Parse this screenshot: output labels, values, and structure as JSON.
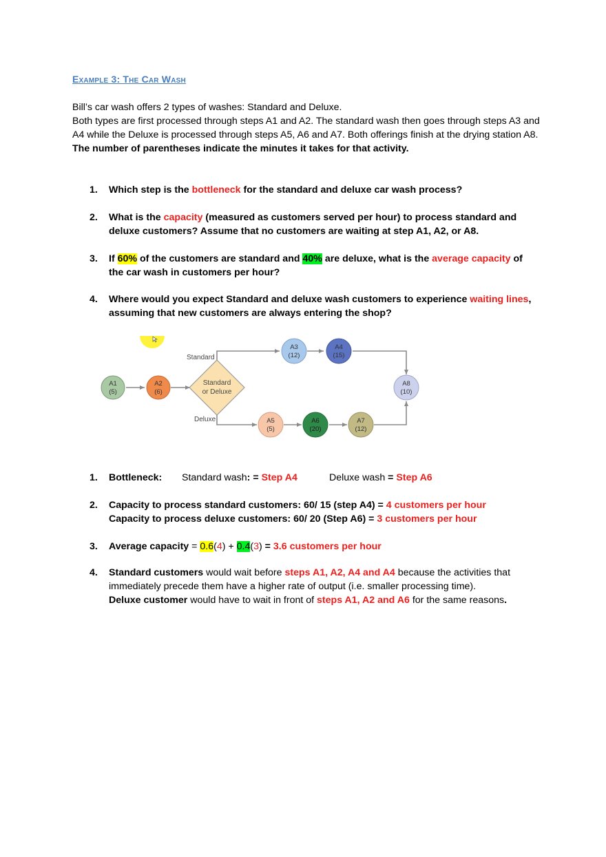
{
  "heading": "Example 3: The Car Wash",
  "intro": {
    "line1": "Bill’s car wash offers 2 types of washes: Standard and Deluxe.",
    "line2": "Both types are first processed through steps A1 and A2. The standard wash then goes through steps A3 and A4 while the Deluxe is processed through steps A5, A6 and A7. Both offerings finish at the drying station A8.",
    "line3": "The number of parentheses indicate the minutes it takes for that activity."
  },
  "questions": [
    {
      "num": "1.",
      "pre": "Which step is the ",
      "red": "bottleneck",
      "post": " for the standard and deluxe car wash process?"
    },
    {
      "num": "2.",
      "pre": "What is the ",
      "red": "capacity",
      "post": " (measured as customers served per hour) to process standard and deluxe customers? Assume that no customers are waiting at step A1, A2, or A8."
    },
    {
      "num": "3.",
      "pre": "If ",
      "hl1": "60%",
      "mid1": " of the customers are standard and ",
      "hl2": "40%",
      "mid2": " are deluxe, what is the ",
      "red": "average capacity",
      "post": " of the car wash in customers per hour?"
    },
    {
      "num": "4.",
      "pre": "Where would you expect Standard and deluxe wash customers to experience ",
      "red": "waiting lines",
      "post": ", assuming that new customers are always entering the shop?"
    }
  ],
  "diagram": {
    "colors": {
      "A1": "#a9c9a4",
      "A2": "#f08a4b",
      "A3": "#a8c8ec",
      "A4": "#5b73c0",
      "A5": "#f8c6a8",
      "A6": "#2f8a4a",
      "A7": "#c2ba85",
      "A8": "#cdd2ec",
      "decision": "#fbe1b0",
      "line": "#8a8a8a",
      "cursor": "#fff23a"
    },
    "nodes": {
      "A1": {
        "name": "A1",
        "time": "(5)"
      },
      "A2": {
        "name": "A2",
        "time": "(6)"
      },
      "A3": {
        "name": "A3",
        "time": "(12)"
      },
      "A4": {
        "name": "A4",
        "time": "(15)"
      },
      "A5": {
        "name": "A5",
        "time": "(5)"
      },
      "A6": {
        "name": "A6",
        "time": "(20)"
      },
      "A7": {
        "name": "A7",
        "time": "(12)"
      },
      "A8": {
        "name": "A8",
        "time": "(10)"
      }
    },
    "decision_line1": "Standard",
    "decision_line2": "or Deluxe",
    "branch_standard": "Standard",
    "branch_deluxe": "Deluxe"
  },
  "answers": {
    "a1": {
      "num": "1.",
      "label": "Bottleneck:",
      "std_text": "Standard wash",
      "std_eq": ": = ",
      "std_val": "Step A4",
      "dlx_text": "Deluxe wash ",
      "dlx_eq": "= ",
      "dlx_val": "Step A6"
    },
    "a2": {
      "num": "2.",
      "line1_pre": "Capacity to process standard customers: 60/ 15 (step A4) = ",
      "line1_red": "4 customers per hour",
      "line2_pre": "Capacity to process deluxe customers: 60/ 20 (Step A6) = ",
      "line2_red": "3 customers per hour"
    },
    "a3": {
      "num": "3.",
      "label": "Average capacity",
      "eq": " = ",
      "v1": "0.6",
      "p1": "(",
      "r1": "4",
      "c1": ")",
      "plus": " + ",
      "v2": "0.4",
      "p2": "(",
      "r2": "3",
      "c2": ")",
      "eq2": " = ",
      "result": "3.6 customers per hour"
    },
    "a4": {
      "num": "4.",
      "b1": "Standard customers",
      "t1": " would wait before ",
      "r1": "steps A1, A2, A4 and A4",
      "t2": " because the activities that immediately precede them have a higher rate of output (i.e. smaller processing time).",
      "b2": "Deluxe customer",
      "t3": " would have to wait in front of ",
      "r2": "steps A1, A2 and A6",
      "t4": " for the same reasons",
      "dot": "."
    }
  }
}
